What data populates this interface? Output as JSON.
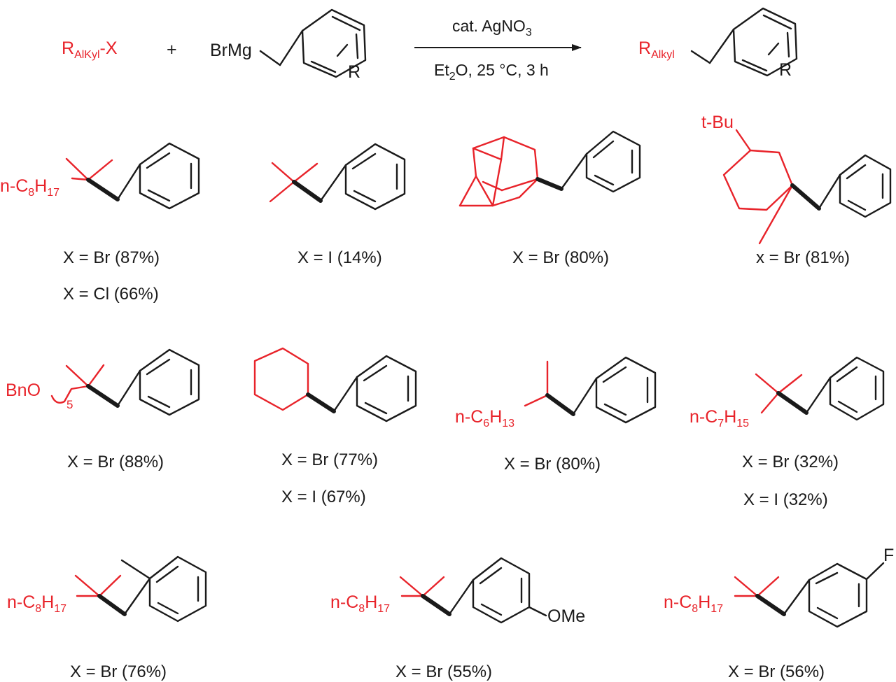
{
  "colors": {
    "ink": "#1a1a1a",
    "accent": "#e8232a"
  },
  "reaction": {
    "reagent_main": "R",
    "reagent_sub": "AlKyl",
    "reagent_tail": "-X",
    "plus": "+",
    "grignard": "BrMg",
    "substituent": "R",
    "condition_top_a": "cat. AgNO",
    "condition_top_sub": "3",
    "condition_bottom_a": "Et",
    "condition_bottom_sub": "2",
    "condition_bottom_b": "O, 25 °C, 3 h",
    "product_main": "R",
    "product_sub": "Alkyl",
    "product_substituent": "R"
  },
  "compounds": [
    {
      "label_parts": [
        "n-C",
        "8",
        "H",
        "17"
      ],
      "captions": [
        "X = Br (87%)",
        "X = Cl (66%)"
      ]
    },
    {
      "captions": [
        "X = I (14%)"
      ]
    },
    {
      "captions": [
        "X = Br (80%)"
      ]
    },
    {
      "label": "t-Bu",
      "captions": [
        "x = Br (81%)"
      ]
    },
    {
      "label_parts": [
        "BnO",
        "5"
      ],
      "captions": [
        "X = Br (88%)"
      ]
    },
    {
      "captions": [
        "X = Br (77%)",
        "X = I    (67%)"
      ]
    },
    {
      "label_parts": [
        "n-C",
        "6",
        "H",
        "13"
      ],
      "captions": [
        "X = Br (80%)"
      ]
    },
    {
      "label_parts": [
        "n-C",
        "7",
        "H",
        "15"
      ],
      "captions": [
        "X = Br (32%)",
        "X = I    (32%)"
      ]
    },
    {
      "label_parts": [
        "n-C",
        "8",
        "H",
        "17"
      ],
      "captions": [
        "X = Br (76%)"
      ]
    },
    {
      "label_parts": [
        "n-C",
        "8",
        "H",
        "17"
      ],
      "substituent": "OMe",
      "captions": [
        "X = Br (55%)"
      ]
    },
    {
      "label_parts": [
        "n-C",
        "8",
        "H",
        "17"
      ],
      "substituent": "F",
      "captions": [
        "X = Br (56%)"
      ]
    }
  ]
}
